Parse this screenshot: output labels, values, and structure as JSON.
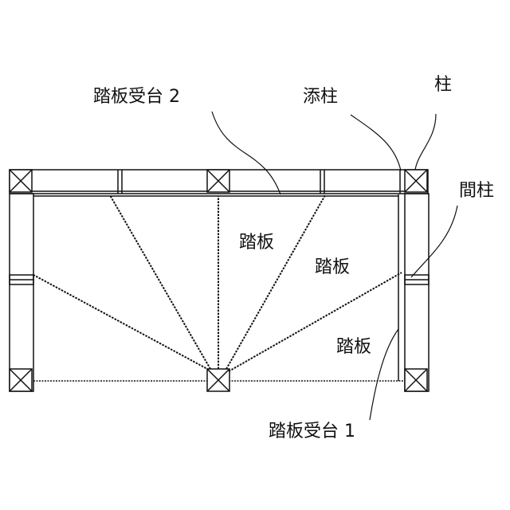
{
  "labels": {
    "step_board_support_2": "踏板受台 2",
    "attached_post": "添柱",
    "post": "柱",
    "intermediate_post": "間柱",
    "step_board_a": "踏板",
    "step_board_b": "踏板",
    "step_board_c": "踏板",
    "step_board_support_1": "踏板受台 1"
  },
  "colors": {
    "ink": "#111111",
    "background": "#ffffff"
  }
}
